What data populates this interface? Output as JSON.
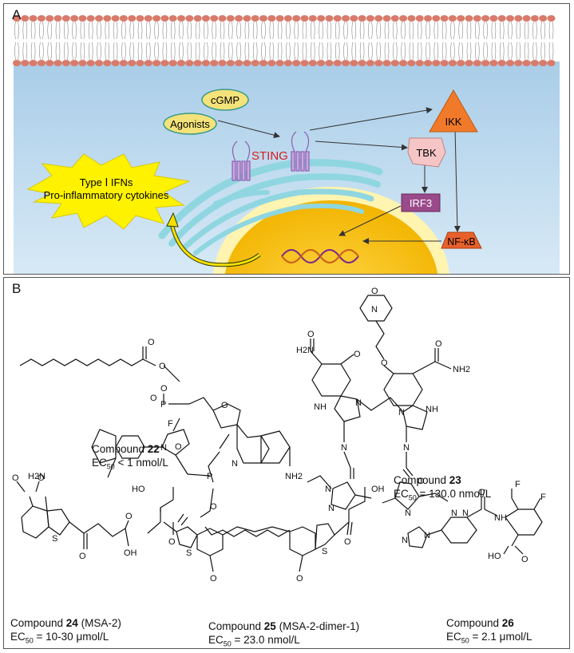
{
  "panelA": {
    "label": "A",
    "cgmp": "cGMP",
    "agonists": "Agonists",
    "sting": "STING",
    "ikk": "IKK",
    "tbk": "TBK",
    "irf3": "IRF3",
    "nfkb": "NF-κB",
    "burst_line1": "Type Ⅰ IFNs",
    "burst_line2": "Pro-inflammatory cytokines"
  },
  "panelB": {
    "label": "B",
    "compounds": [
      {
        "prefix": "Compound ",
        "number": "22",
        "suffix": "",
        "ec_label": "EC",
        "ec_sub": "50",
        "ec_value": " < 1 nmol/L"
      },
      {
        "prefix": "Compound ",
        "number": "23",
        "suffix": "",
        "ec_label": "EC",
        "ec_sub": "50",
        "ec_value": " = 130.0 nmol/L"
      },
      {
        "prefix": "Compound ",
        "number": "24",
        "suffix": " (MSA-2)",
        "ec_label": "EC",
        "ec_sub": "50",
        "ec_value": " = 10-30 μmol/L"
      },
      {
        "prefix": "Compound ",
        "number": "25",
        "suffix": " (MSA-2-dimer-1)",
        "ec_label": "EC",
        "ec_sub": "50",
        "ec_value": " = 23.0 nmol/L"
      },
      {
        "prefix": "Compound ",
        "number": "26",
        "suffix": "",
        "ec_label": "EC",
        "ec_sub": "50",
        "ec_value": " = 2.1 μmol/L"
      }
    ],
    "atoms": {
      "o": "O",
      "f": "F",
      "n": "N",
      "p": "P",
      "nh": "NH",
      "nh2": "NH2",
      "h2n": "H2N",
      "ho": "HO",
      "oh": "OH",
      "s": "S"
    }
  },
  "colors": {
    "membrane_head": "#d97a6a",
    "cytoplasm": "#bcd8ec",
    "golgi": "#8fd6e0",
    "nucleus": "#f7c300",
    "ikk": "#f07a2a",
    "tbk": "#f6c6c6",
    "irf3": "#9a4a8a",
    "nfkb": "#e8602a",
    "burst": "#fff200",
    "oval": "#f4e27a",
    "sting_text": "#d42020"
  }
}
